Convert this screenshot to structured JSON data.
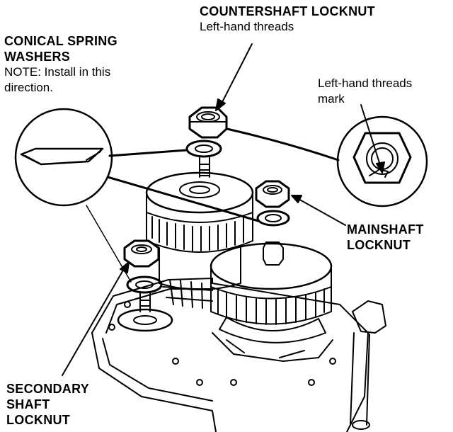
{
  "labels": {
    "countershaft": {
      "title": "COUNTERSHAFT LOCKNUT",
      "subtitle": "Left-hand threads"
    },
    "conical": {
      "title_line1": "CONICAL SPRING",
      "title_line2": "WASHERS",
      "note_line1": "NOTE: Install in this",
      "note_line2": "direction."
    },
    "lh_mark": {
      "line1": "Left-hand threads",
      "line2": "mark"
    },
    "mainshaft": {
      "line1": "MAINSHAFT",
      "line2": "LOCKNUT"
    },
    "secondary": {
      "line1": "SECONDARY",
      "line2": "SHAFT",
      "line3": "LOCKNUT"
    }
  },
  "colors": {
    "ink": "#000000",
    "paper": "#ffffff"
  }
}
